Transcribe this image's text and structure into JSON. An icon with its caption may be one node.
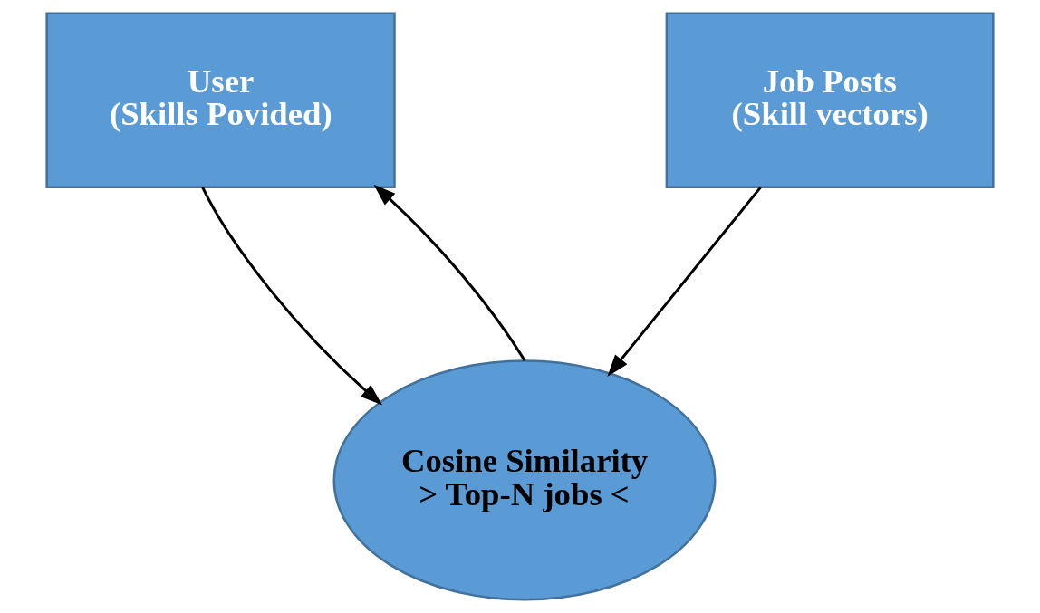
{
  "diagram": {
    "nodes": [
      {
        "text": [
          "User",
          "(Skills Povided)"
        ]
      },
      {
        "text": [
          "Job Posts",
          "(Skill vectors)"
        ]
      },
      {
        "text": [
          "Cosine Similarity",
          "> Top-N jobs <"
        ]
      }
    ],
    "edges": [
      {
        "from": 2,
        "to": 0,
        "arrow": "to"
      },
      {
        "from": 0,
        "to": 2,
        "arrow": "to"
      },
      {
        "from": 1,
        "to": 2,
        "arrow": "to"
      }
    ]
  }
}
